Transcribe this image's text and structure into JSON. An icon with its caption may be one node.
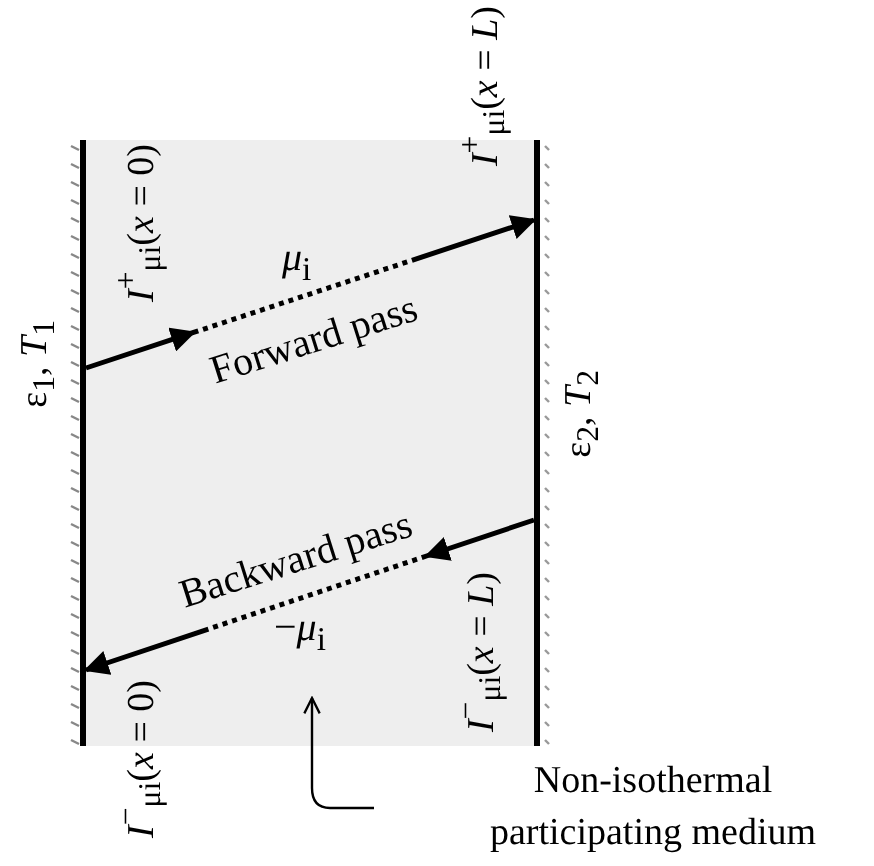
{
  "diagram": {
    "nodes": [
      {
        "text": [],
        "shape": "box"
      },
      {
        "text": [],
        "shape": "bar",
        "in": 0,
        "beside": [
          "ε$_{1}$, *T*$_{1}$"
        ]
      },
      {
        "text": [],
        "shape": "bar",
        "in": 0,
        "beside": [
          "ε$_{2}$, *T*$_{2}$"
        ]
      },
      {
        "text": [
          "Non-isothermal participating medium"
        ]
      }
    ],
    "edges": [
      {
        "from": 1,
        "to": 2,
        "arrow": "to",
        "label": "Forward pass",
        "style": "dashed"
      },
      {
        "from": 2,
        "to": 1,
        "arrow": "to",
        "label": "Backward pass",
        "style": "dashed"
      },
      {
        "from": 3,
        "to": 0,
        "arrow": "to"
      }
    ],
    "labels": [
      "*I*$^{+}$$_{μi}$(*x* = 0)",
      "*μ*$_{i}$",
      "*I*$^{+}$$_{μi}$(*x* = *L*)",
      "−*μ*$_{i}$",
      "*I*$^{−}$$_{μi}$(*x* = *L*)",
      "*I*$^{−}$$_{μi}$(*x* = 0)"
    ]
  }
}
